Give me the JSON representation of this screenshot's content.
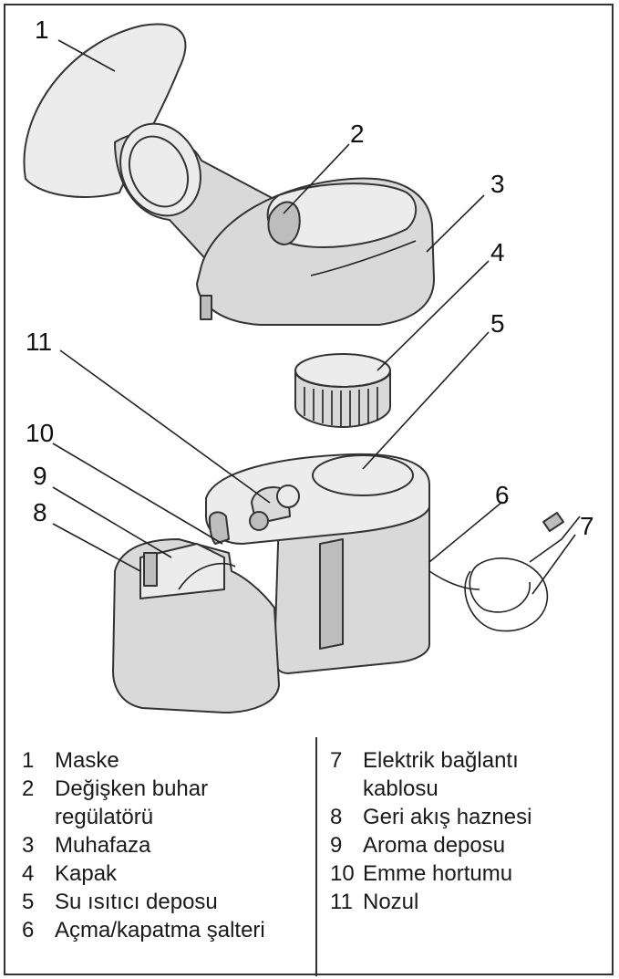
{
  "callouts": [
    "1",
    "2",
    "3",
    "4",
    "5",
    "6",
    "7",
    "8",
    "9",
    "10",
    "11"
  ],
  "legend": {
    "left": [
      {
        "num": "1",
        "text": "Maske"
      },
      {
        "num": "2",
        "text": "Değişken buhar regülatörü"
      },
      {
        "num": "3",
        "text": "Muhafaza"
      },
      {
        "num": "4",
        "text": "Kapak"
      },
      {
        "num": "5",
        "text": "Su ısıtıcı deposu"
      },
      {
        "num": "6",
        "text": "Açma/kapatma şalteri"
      }
    ],
    "right": [
      {
        "num": "7",
        "text": "Elektrik bağlantı kablosu"
      },
      {
        "num": "8",
        "text": "Geri akış haznesi"
      },
      {
        "num": "9",
        "text": "Aroma deposu"
      },
      {
        "num": "10",
        "text": "Emme hortumu"
      },
      {
        "num": "11",
        "text": "Nozul"
      }
    ]
  }
}
